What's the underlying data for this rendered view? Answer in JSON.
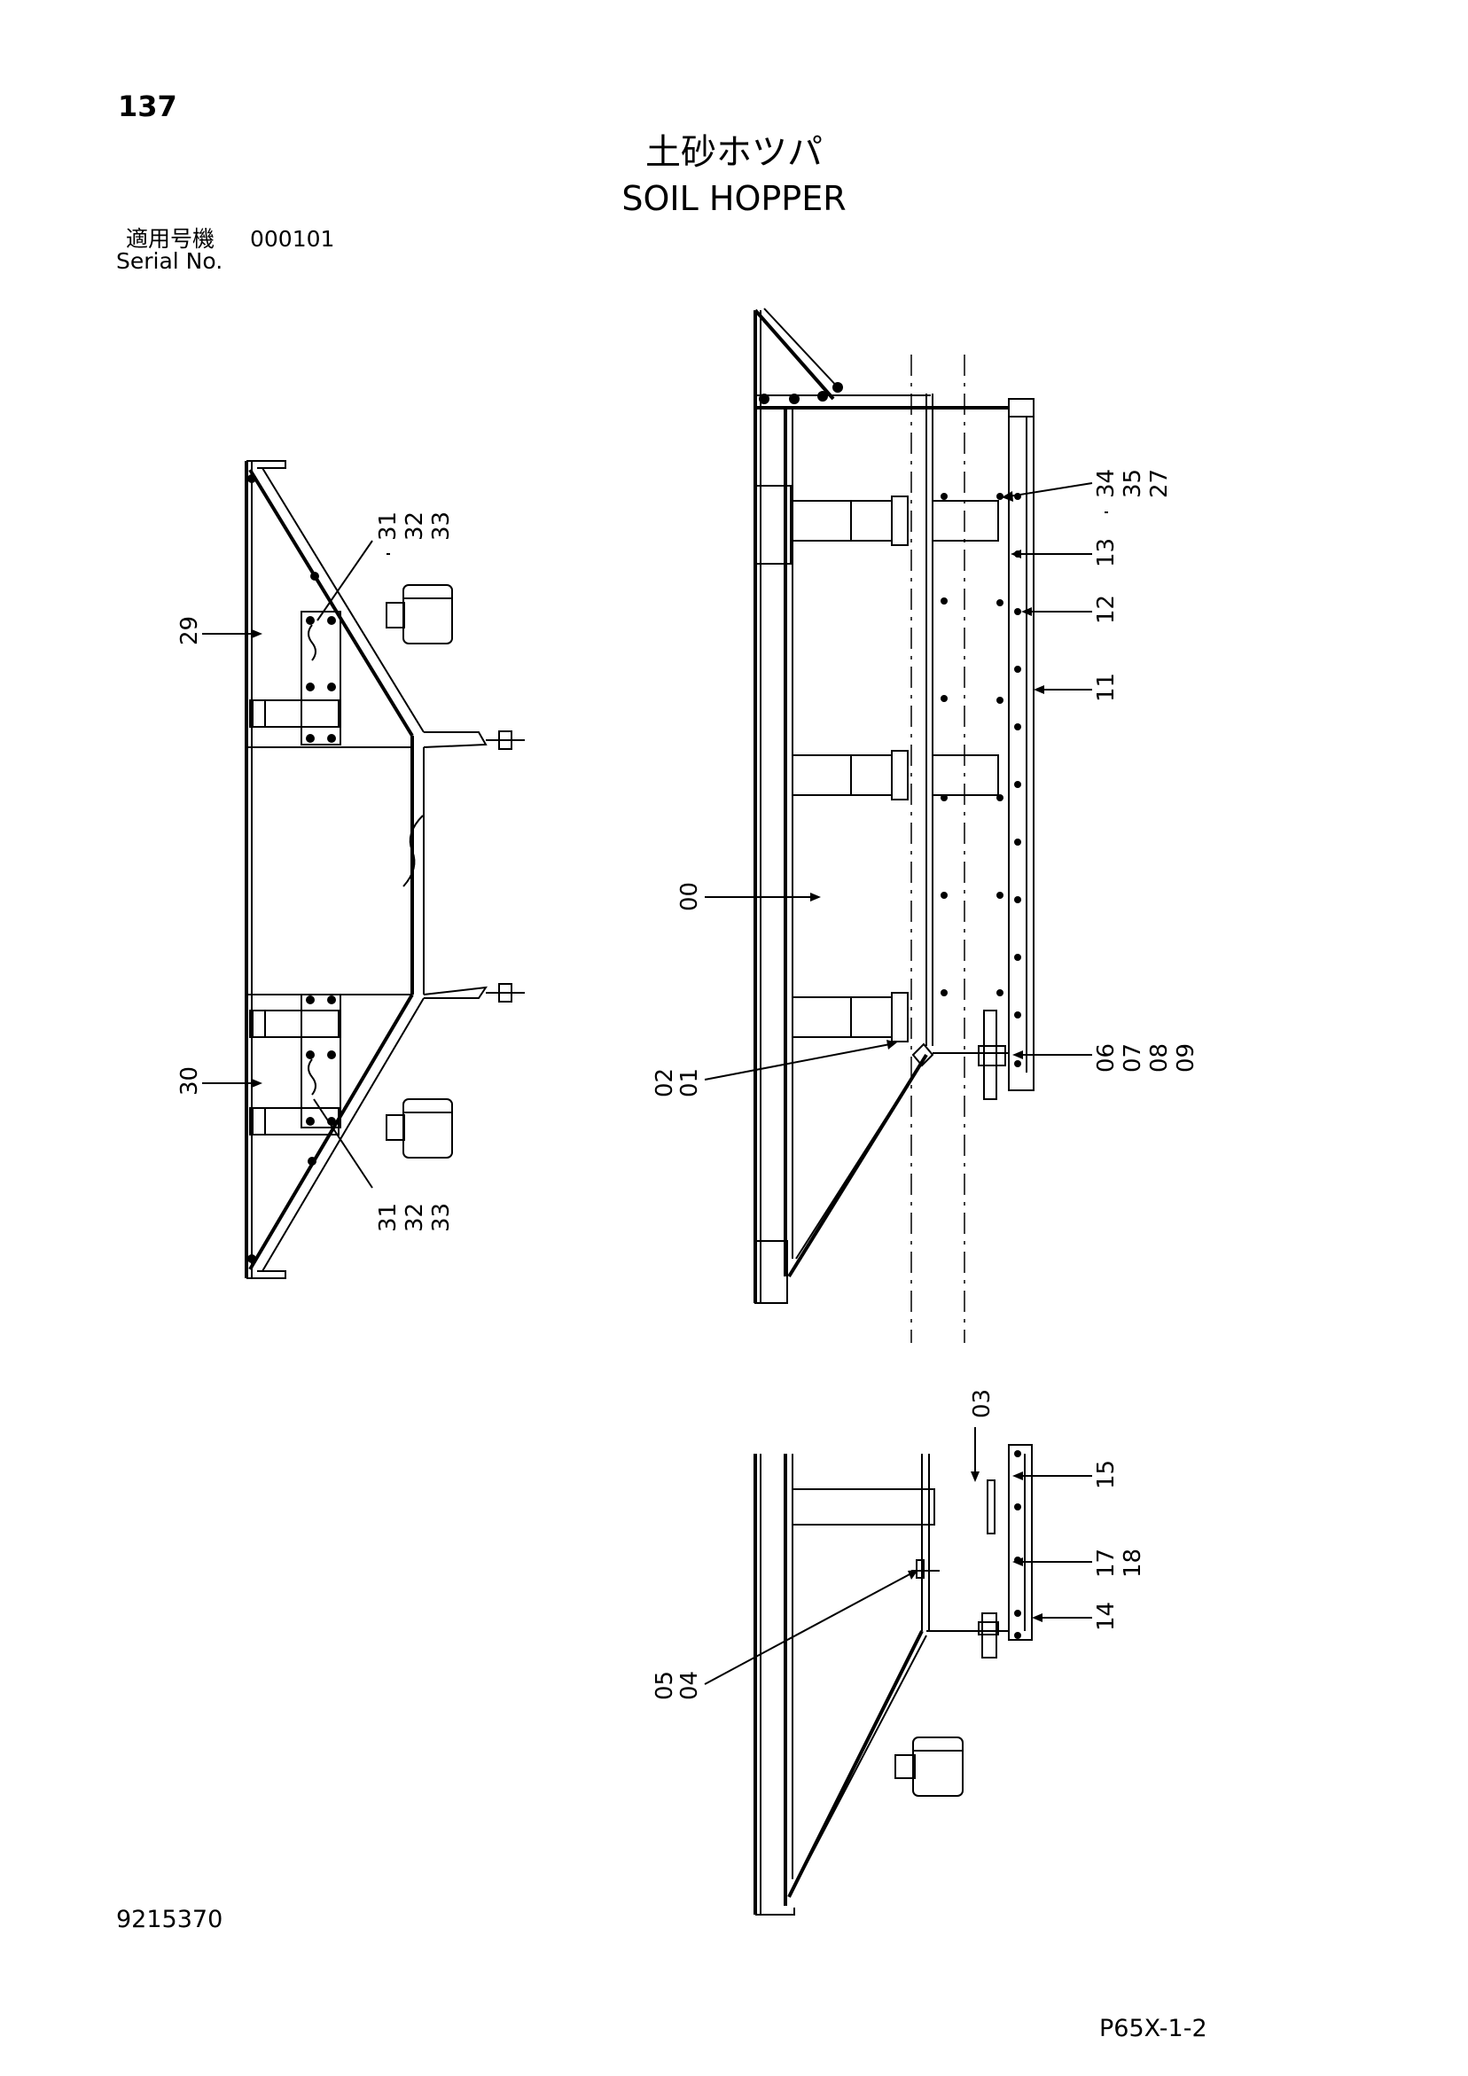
{
  "header": {
    "page_number": "137",
    "title_jp": "土砂ホツパ",
    "title_en": "SOIL HOPPER",
    "serial_label_jp": "適用号機",
    "serial_value": "000101",
    "serial_label_en": "Serial No."
  },
  "footer": {
    "drawing_number": "9215370",
    "page_ref": "P65X-1-2"
  },
  "callouts": {
    "c29": "29",
    "c30": "30",
    "c31a": "31",
    "c32a": "32",
    "c33a": "33",
    "c31b": "31",
    "c32b": "32",
    "c33b": "33",
    "c34": "34",
    "c35": "35",
    "c27": "27",
    "c13": "13",
    "c12": "12",
    "c11": "11",
    "c00": "00",
    "c02": "02",
    "c01": "01",
    "c06": "06",
    "c07": "07",
    "c08": "08",
    "c09": "09",
    "c03": "03",
    "c15": "15",
    "c17": "17",
    "c18": "18",
    "c14": "14",
    "c05": "05",
    "c04": "04"
  }
}
